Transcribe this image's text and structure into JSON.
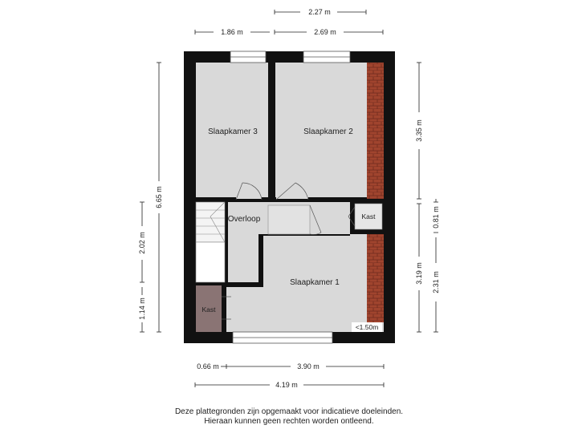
{
  "rooms": {
    "slaapkamer3": "Slaapkamer 3",
    "slaapkamer2": "Slaapkamer 2",
    "overloop": "Overloop",
    "slaapkamer1": "Slaapkamer 1",
    "kast_right": "Kast",
    "kast_left": "Kast"
  },
  "dimensions": {
    "top_227": "2.27 m",
    "top_186": "1.86 m",
    "top_269": "2.69 m",
    "left_665": "6.65 m",
    "left_202": "2.02 m",
    "left_114": "1.14 m",
    "right_335": "3.35 m",
    "right_081": "0.81 m",
    "right_319": "3.19 m",
    "right_231": "2.31 m",
    "bottom_066": "0.66 m",
    "bottom_390": "3.90 m",
    "bottom_419": "4.19 m",
    "stair_clearance": "<1.50m"
  },
  "disclaimer": {
    "line1": "Deze plattegronden zijn opgemaakt voor indicatieve doeleinden.",
    "line2": "Hieraan kunnen geen rechten worden ontleend."
  },
  "colors": {
    "wall": "#111111",
    "floor": "#d9d9d9",
    "brick": "#a0442e",
    "kast_left": "#8a7474",
    "kast_right": "#e6e6e6"
  }
}
